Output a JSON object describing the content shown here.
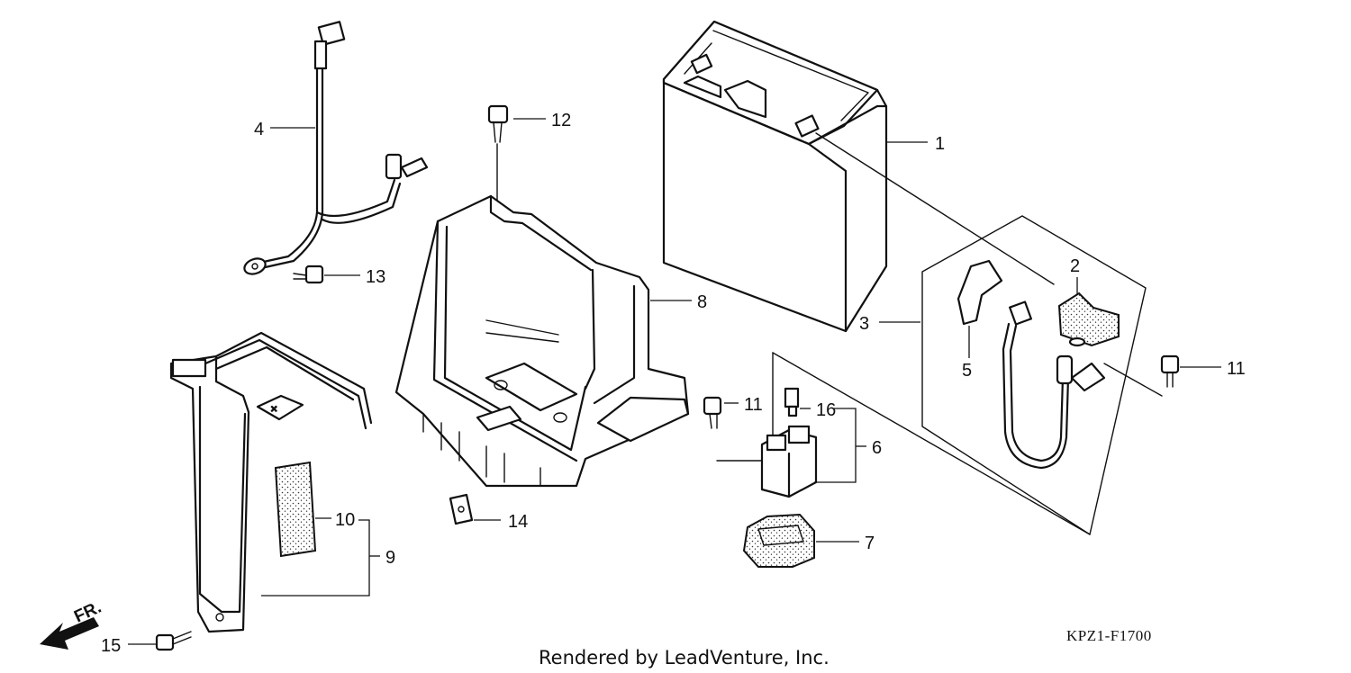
{
  "callouts": {
    "c1": "1",
    "c2": "2",
    "c3": "3",
    "c4": "4",
    "c5": "5",
    "c6": "6",
    "c7": "7",
    "c8": "8",
    "c9": "9",
    "c10": "10",
    "c11a": "11",
    "c11b": "11",
    "c12": "12",
    "c13": "13",
    "c14": "14",
    "c15": "15",
    "c16": "16"
  },
  "footer": "Rendered by LeadVenture, Inc.",
  "diagram_code": "KPZ1-F1700",
  "front_arrow_label": "FR.",
  "icons": [
    "front-direction-arrow-icon"
  ]
}
